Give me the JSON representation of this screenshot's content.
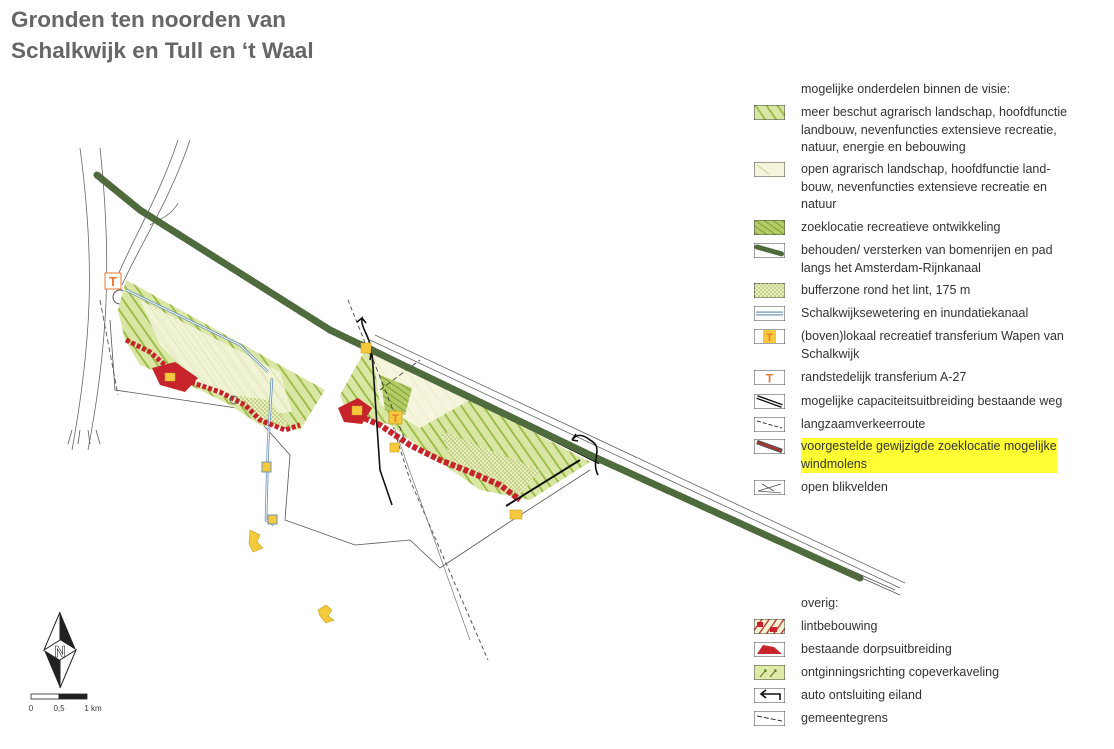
{
  "title": {
    "line1": "Gronden ten noorden van",
    "line2": "Schalkwijk en Tull en ‘t Waal"
  },
  "legend": {
    "header": "mogelijke onderdelen binnen de visie:",
    "items": [
      {
        "label": "meer beschut agrarisch landschap, hoofdfunctie\nlandbouw, nevenfuncties extensieve recreatie,\nnatuur, energie en bebouwing",
        "swatch": "green-hatched"
      },
      {
        "label": "open agrarisch landschap, hoofdfunctie land-\nbouw, nevenfuncties extensieve recreatie en\nnatuur",
        "swatch": "pale-hatched"
      },
      {
        "label": "zoeklocatie recreatieve ontwikkeling",
        "swatch": "dense-green-hatched"
      },
      {
        "label": "behouden/ versterken van bomenrijen en pad\nlangs het Amsterdam-Rijnkanaal",
        "swatch": "tree-row"
      },
      {
        "label": "bufferzone rond het lint, 175 m",
        "swatch": "dotted-buffer"
      },
      {
        "label": "Schalkwijksewetering en inundatiekanaal",
        "swatch": "blue-double-line"
      },
      {
        "label": "(boven)lokaal recreatief transferium Wapen van\nSchalkwijk",
        "swatch": "t-yellow"
      },
      {
        "label": "randstedelijk transferium A-27",
        "swatch": "t-white"
      },
      {
        "label": "mogelijke capaciteitsuitbreiding bestaande weg",
        "swatch": "road-double"
      },
      {
        "label": "langzaamverkeerroute",
        "swatch": "dashed-route"
      },
      {
        "label": "voorgestelde gewijzigde zoeklocatie mogelijke\nwindmolens",
        "swatch": "wind-line",
        "highlight": true
      },
      {
        "label": "open blikvelden",
        "swatch": "view-cone"
      }
    ],
    "other_header": "overig:",
    "other_items": [
      {
        "label": "lintbebouwing",
        "swatch": "ribbon-buildings"
      },
      {
        "label": "bestaande dorpsuitbreiding",
        "swatch": "village"
      },
      {
        "label": "ontginningsrichting copeverkaveling",
        "swatch": "arrows-hatched"
      },
      {
        "label": "auto ontsluiting eiland",
        "swatch": "car-arrow"
      },
      {
        "label": "gemeentegrens",
        "swatch": "municipal-border"
      }
    ]
  },
  "north_arrow": {
    "letter": "N"
  },
  "scale_bar": {
    "labels": [
      "0",
      "0,5",
      "1 km"
    ]
  },
  "colors": {
    "field_green": "#d6e59c",
    "hatch_green": "#9dbb45",
    "pale_field": "#f3f4d9",
    "tree_row": "#4f6b3d",
    "canal_blue": "#7196b8",
    "transfer_yellow": "#f5c93c",
    "transfer_orange": "#e8782f",
    "ribbon_red": "#c6232b",
    "wind_red": "#a23631",
    "highlight": "#ffff33"
  }
}
